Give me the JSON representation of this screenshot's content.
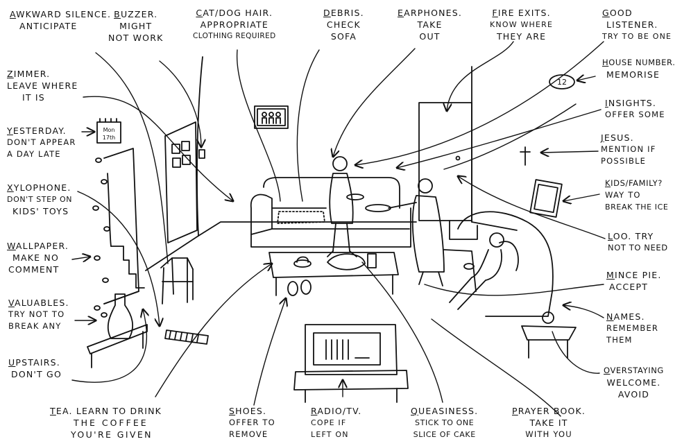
{
  "labels": {
    "awkward": {
      "key": "Awkward silence.",
      "note": [
        "Anticipate"
      ]
    },
    "buzzer": {
      "key": "Buzzer.",
      "note": [
        "Might",
        "not work"
      ]
    },
    "cat": {
      "key": "Cat/dog hair.",
      "note": [
        "Appropriate",
        "clothing required"
      ]
    },
    "debris": {
      "key": "Debris.",
      "note": [
        "Check",
        "sofa"
      ]
    },
    "earphones": {
      "key": "Earphones.",
      "note": [
        "Take",
        "out"
      ]
    },
    "fire": {
      "key": "Fire exits.",
      "note": [
        "Know where",
        "they are"
      ]
    },
    "good": {
      "key": "Good",
      "note": [
        "listener.",
        "Try to be one"
      ]
    },
    "house": {
      "key": "House number.",
      "note": [
        "Memorise"
      ]
    },
    "insights": {
      "key": "Insights.",
      "note": [
        "Offer some"
      ]
    },
    "jesus": {
      "key": "Jesus.",
      "note": [
        "Mention if",
        "possible"
      ]
    },
    "kids": {
      "key": "Kids/family?",
      "note": [
        "Way to",
        "break the ice"
      ]
    },
    "loo": {
      "key": "Loo. Try",
      "note": [
        "not to need"
      ]
    },
    "mince": {
      "key": "Mince pie.",
      "note": [
        "Accept"
      ]
    },
    "names": {
      "key": "Names.",
      "note": [
        "Remember",
        "them"
      ]
    },
    "overstay": {
      "key": "Overstaying",
      "note": [
        "welcome.",
        "Avoid"
      ]
    },
    "prayer": {
      "key": "Prayer book.",
      "note": [
        "Take it",
        "with you"
      ]
    },
    "queasy": {
      "key": "Queasiness.",
      "note": [
        "Stick to one",
        "slice of cake"
      ]
    },
    "radio": {
      "key": "Radio/TV.",
      "note": [
        "Cope if",
        "left on"
      ]
    },
    "shoes": {
      "key": "Shoes.",
      "note": [
        "Offer to",
        "remove"
      ]
    },
    "tea": {
      "key": "Tea. Learn to drink",
      "note": [
        "the coffee",
        "you're given"
      ]
    },
    "upstairs": {
      "key": "Upstairs.",
      "note": [
        "Don't go"
      ]
    },
    "valuables": {
      "key": "Valuables.",
      "note": [
        "Try not to",
        "break any"
      ]
    },
    "wallpaper": {
      "key": "Wallpaper.",
      "note": [
        "Make no",
        "comment"
      ]
    },
    "xylophone": {
      "key": "Xylophone.",
      "note": [
        "Don't step on",
        "kids' toys"
      ]
    },
    "yesterday": {
      "key": "Yesterday.",
      "note": [
        "Don't appear",
        "a day late"
      ]
    },
    "zimmer": {
      "key": "Zimmer.",
      "note": [
        "Leave where",
        "it is"
      ]
    }
  },
  "props": {
    "house_number": "12",
    "calendar_day": "Mon",
    "calendar_date": "17th"
  },
  "colors": {
    "ink": "#111111",
    "paper": "#ffffff"
  }
}
